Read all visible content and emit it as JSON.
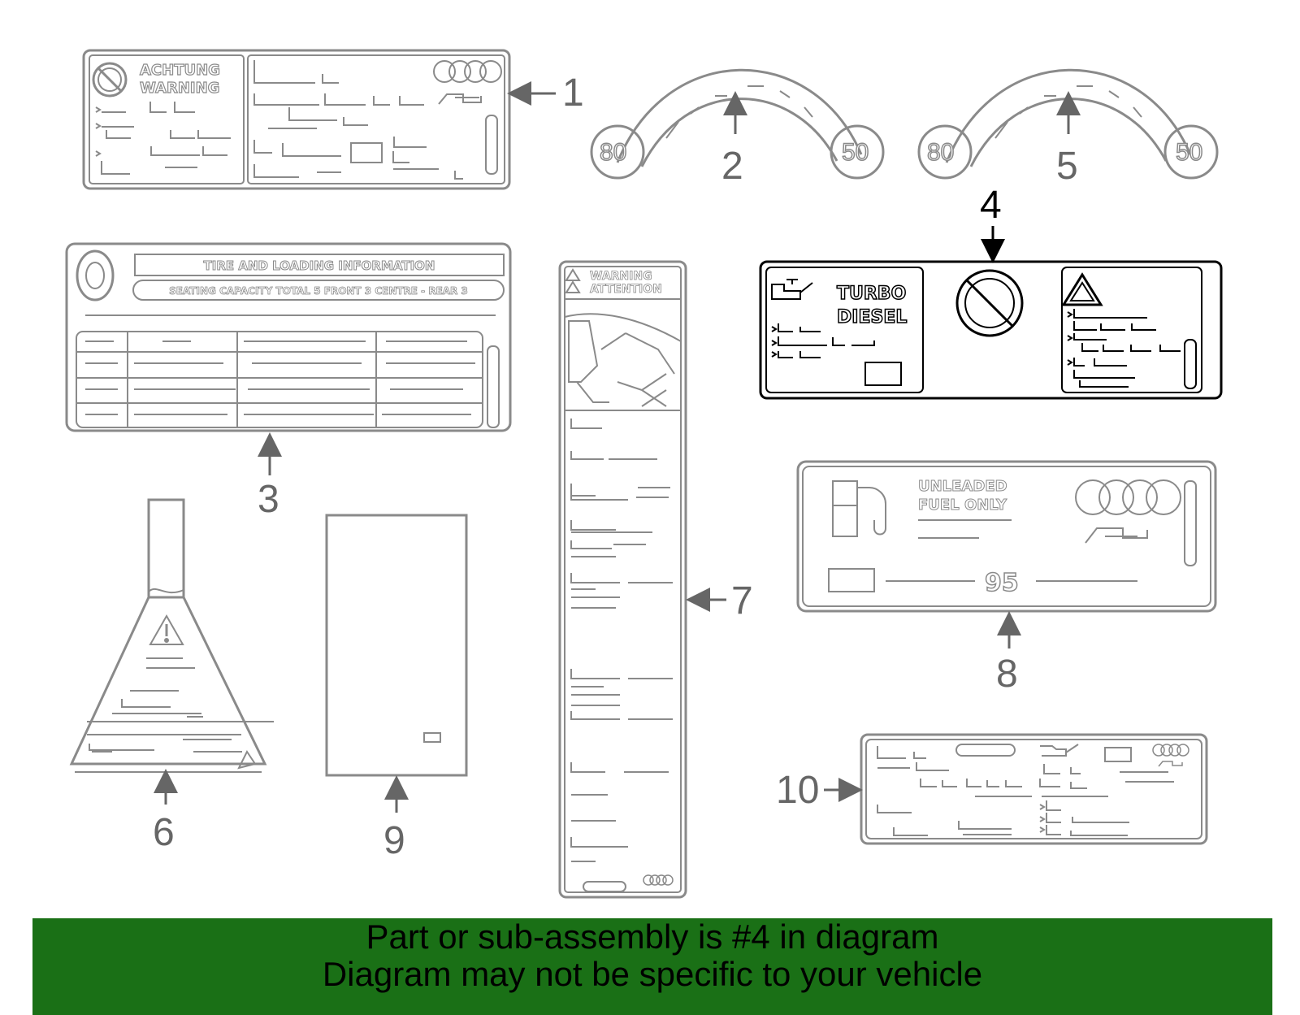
{
  "diagram": {
    "callouts": [
      "1",
      "2",
      "3",
      "4",
      "5",
      "6",
      "7",
      "8",
      "9",
      "10"
    ],
    "part1": {
      "title_de": "ACHTUNG",
      "title_en": "WARNING"
    },
    "part2": {
      "left_value": "80",
      "right_value": "50"
    },
    "part5": {
      "left_value": "80",
      "right_value": "50"
    },
    "part3": {
      "title": "TIRE AND LOADING INFORMATION",
      "subtitle": "SEATING CAPACITY TOTAL 5 FRONT 3 CENTRE - REAR 3"
    },
    "part4": {
      "line1": "TURBO",
      "line2": "DIESEL"
    },
    "part7": {
      "line1": "WARNING",
      "line2": "ATTENTION"
    },
    "part8": {
      "line1": "UNLEADED",
      "line2": "FUEL ONLY",
      "octane": "95"
    },
    "colors": {
      "line": "#8a8a8a",
      "highlight": "#000000",
      "callout": "#666666",
      "banner": "#1a7016"
    }
  },
  "banner": {
    "line1": "Part or sub-assembly is #4 in diagram",
    "line2": "Diagram may not be specific to your vehicle"
  }
}
